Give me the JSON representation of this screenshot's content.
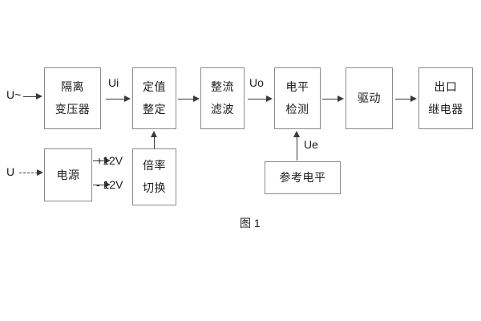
{
  "figure": {
    "caption": "图 1",
    "background_color": "#ffffff",
    "box_border_color": "#8a8a8a",
    "line_color": "#3a3a3a",
    "text_color": "#1c1c1c"
  },
  "signal_chain": {
    "input_label": "U~",
    "blocks": [
      {
        "id": "isolation-transformer",
        "line1": "隔离",
        "line2": "变压器"
      },
      {
        "id": "setting-value",
        "line1": "定值",
        "line2": "整定"
      },
      {
        "id": "rectify-filter",
        "line1": "整流",
        "line2": "滤波"
      },
      {
        "id": "level-detection",
        "line1": "电平",
        "line2": "检测"
      },
      {
        "id": "drive",
        "line1": "驱动",
        "line2": ""
      },
      {
        "id": "output-relay",
        "line1": "出口",
        "line2": "继电器"
      }
    ],
    "inter_labels": {
      "ui": "Ui",
      "uo": "Uo"
    }
  },
  "power_section": {
    "input_label": "U",
    "supply_block": {
      "id": "power-supply",
      "line1": "电源"
    },
    "rails": [
      {
        "id": "rail-positive",
        "label": "+12V"
      },
      {
        "id": "rail-negative",
        "label": "- 12V"
      }
    ],
    "multiplier_block": {
      "id": "multiplier-switch",
      "line1": "倍率",
      "line2": "切换"
    }
  },
  "reference_section": {
    "reference_block": {
      "id": "reference-level",
      "line1": "参考电平"
    },
    "signal_label": "Ue"
  }
}
